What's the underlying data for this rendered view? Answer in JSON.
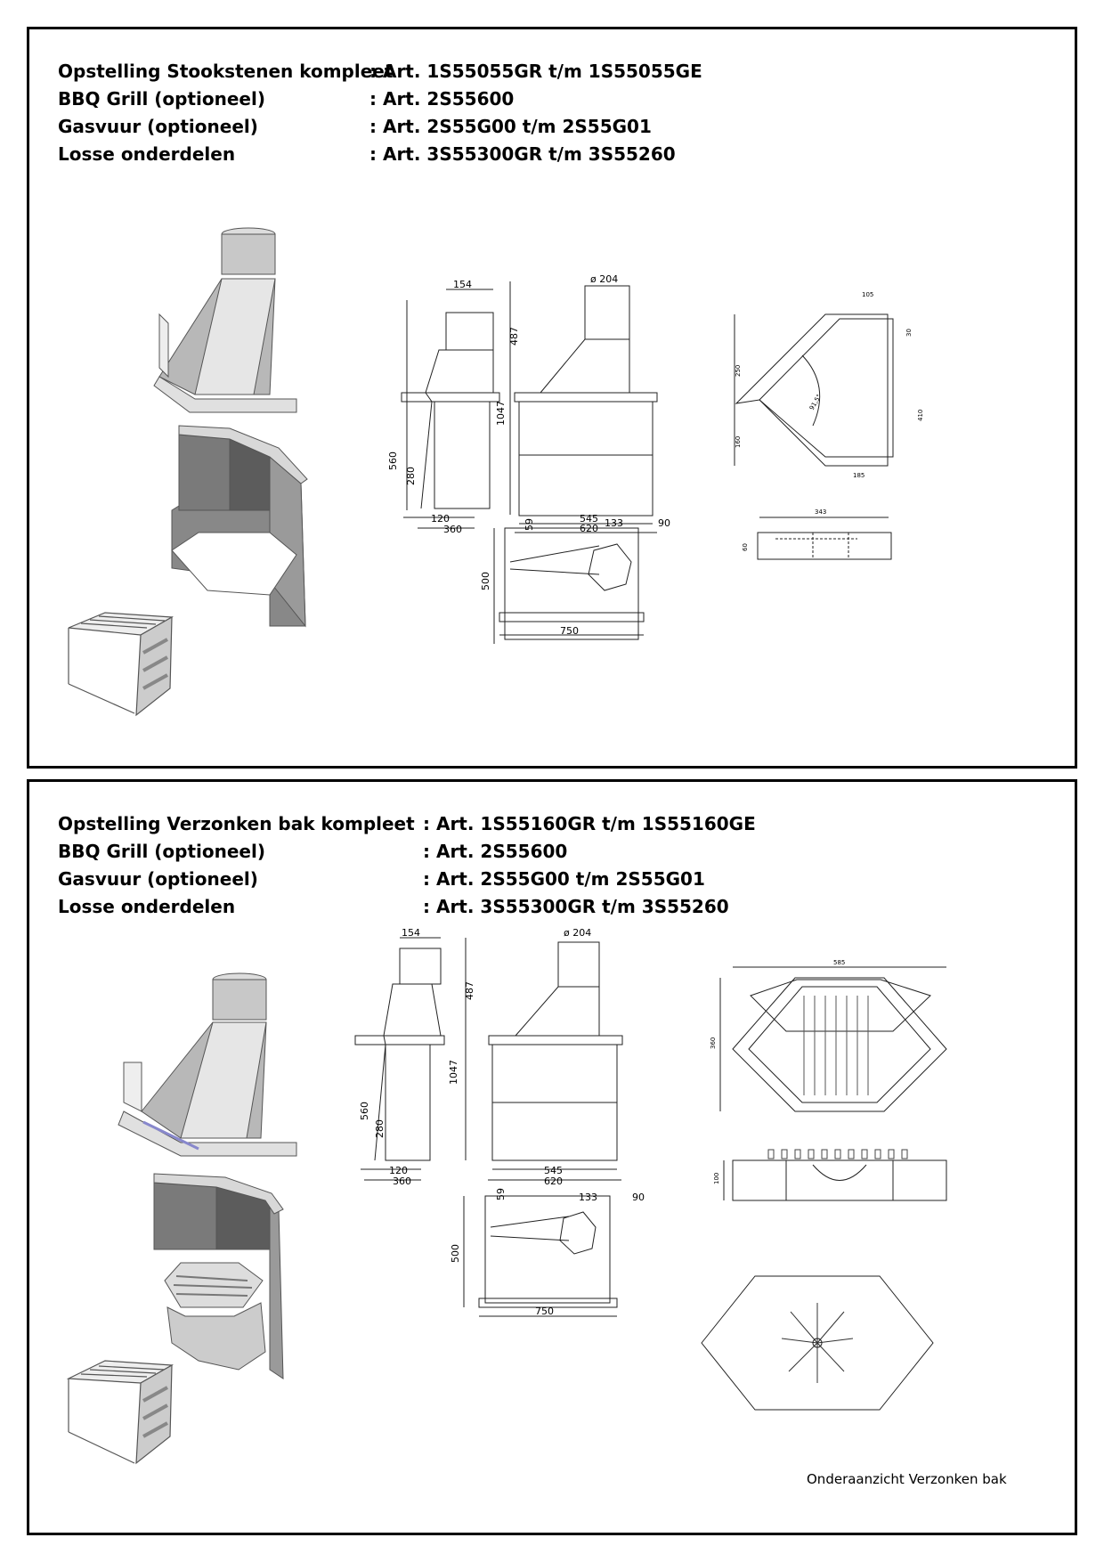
{
  "sections": [
    {
      "specs": [
        {
          "label": "Opstelling Stookstenen kompleet",
          "value": ": Art. 1S55055GR t/m 1S55055GE"
        },
        {
          "label": "BBQ Grill (optioneel)",
          "value": ": Art. 2S55600"
        },
        {
          "label": "Gasvuur (optioneel)",
          "value": ": Art. 2S55G00 t/m 2S55G01"
        },
        {
          "label": "Losse onderdelen",
          "value": ": Art. 3S55300GR t/m 3S55260"
        }
      ],
      "dims": {
        "side_top": "154",
        "flue_dia": "ø 204",
        "hood_h": "487",
        "total_h": "1047",
        "base_h": "560",
        "mid_h": "280",
        "side_w1": "120",
        "side_w2": "360",
        "front_w1": "545",
        "front_w2": "620",
        "top_a": "59",
        "top_b": "133",
        "top_c": "90",
        "top_d": "500",
        "top_e": "750",
        "corner_a": "105",
        "corner_b": "30",
        "corner_c": "250",
        "corner_d": "410",
        "corner_e": "160",
        "corner_f": "185",
        "corner_g": "343",
        "corner_h": "60",
        "corner_angle": "91,5°"
      }
    },
    {
      "specs": [
        {
          "label": "Opstelling Verzonken bak kompleet",
          "value": ": Art. 1S55160GR t/m 1S55160GE"
        },
        {
          "label": "BBQ Grill (optioneel)",
          "value": ": Art. 2S55600"
        },
        {
          "label": "Gasvuur (optioneel)",
          "value": ": Art. 2S55G00 t/m 2S55G01"
        },
        {
          "label": "Losse onderdelen",
          "value": ": Art. 3S55300GR t/m 3S55260"
        }
      ],
      "dims": {
        "side_top": "154",
        "flue_dia": "ø 204",
        "hood_h": "487",
        "total_h": "1047",
        "base_h": "560",
        "mid_h": "280",
        "side_w1": "120",
        "side_w2": "360",
        "front_w1": "545",
        "front_w2": "620",
        "top_a": "59",
        "top_b": "133",
        "top_c": "90",
        "top_d": "500",
        "top_e": "750",
        "pan_w": "585",
        "pan_d": "360",
        "pan_h": "100"
      },
      "caption": "Onderaanzicht Verzonken bak"
    }
  ]
}
